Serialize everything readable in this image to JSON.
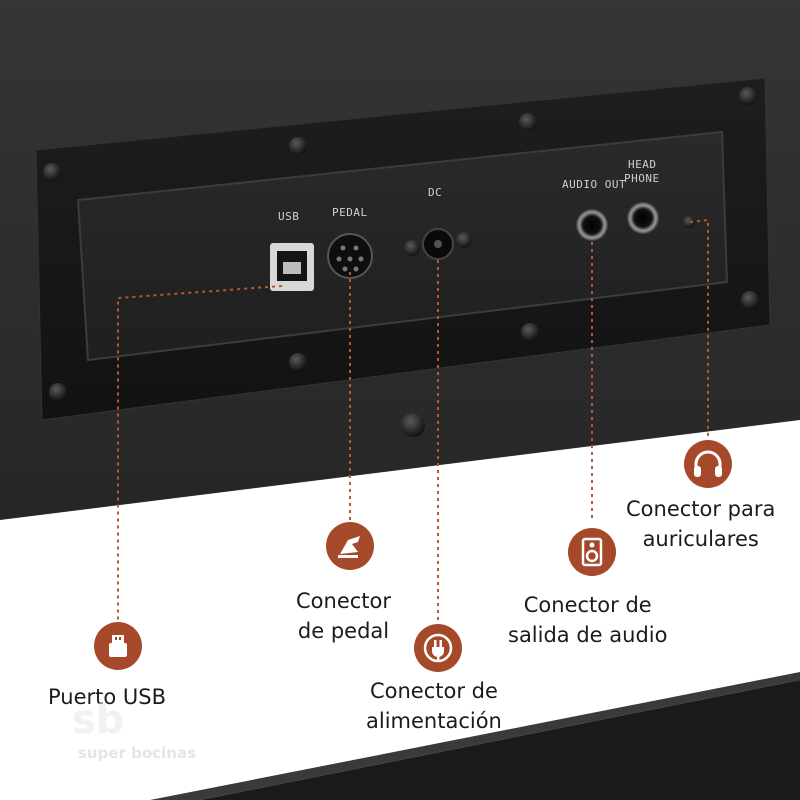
{
  "panel": {
    "usb": "USB",
    "pedal": "PEDAL",
    "dc": "DC",
    "audio_out": "AUDIO OUT",
    "headphone_line1": "HEAD",
    "headphone_line2": "PHONE"
  },
  "callouts": {
    "usb": {
      "line1": "Puerto USB",
      "icon": "usb-plug-icon"
    },
    "pedal": {
      "line1": "Conector",
      "line2": "de pedal",
      "icon": "pedal-icon"
    },
    "power": {
      "line1": "Conector de",
      "line2": "alimentación",
      "icon": "power-plug-icon"
    },
    "audio": {
      "line1": "Conector de",
      "line2": "salida de audio",
      "icon": "speaker-icon"
    },
    "headphone": {
      "line1": "Conector para",
      "line2": "auriculares",
      "icon": "headphones-icon"
    }
  },
  "watermark": {
    "logo": "sb",
    "text": "super bocinas"
  },
  "colors": {
    "accent": "#a5492a",
    "body": "#2b2b2b",
    "panel": "#1c1c1c"
  }
}
